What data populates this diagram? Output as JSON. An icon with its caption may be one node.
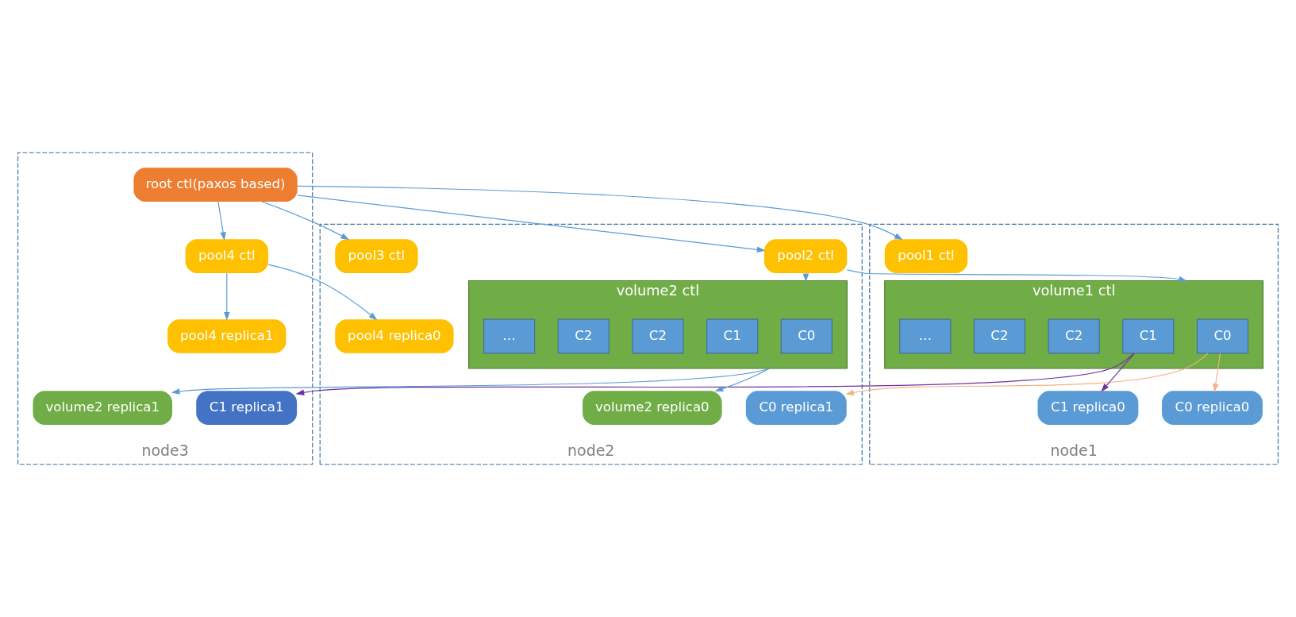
{
  "diagram": {
    "nodes": [
      {
        "text": [
          "node1"
        ]
      },
      {
        "text": [
          "pool1 ctl"
        ],
        "in": 0
      },
      {
        "text": [
          "volume1 ctl"
        ],
        "in": 0
      },
      {
        "text": [
          "C0"
        ],
        "in": 2
      },
      {
        "text": [
          "C1"
        ],
        "in": 2
      },
      {
        "text": [
          "C2"
        ],
        "in": 2
      },
      {
        "text": [
          "C2"
        ],
        "in": 2
      },
      {
        "text": [
          "…"
        ],
        "in": 2
      },
      {
        "text": [
          "C0 replica0"
        ],
        "in": 0
      },
      {
        "text": [
          "C1 replica0"
        ],
        "in": 0
      },
      {
        "text": [
          "node2"
        ]
      },
      {
        "text": [
          "pool2 ctl"
        ],
        "in": 10
      },
      {
        "text": [
          "pool3 ctl"
        ],
        "in": 10
      },
      {
        "text": [
          "volume2 ctl"
        ],
        "in": 10
      },
      {
        "text": [
          "C0"
        ],
        "in": 13
      },
      {
        "text": [
          "C1"
        ],
        "in": 13
      },
      {
        "text": [
          "C2"
        ],
        "in": 13
      },
      {
        "text": [
          "C2"
        ],
        "in": 13
      },
      {
        "text": [
          "…"
        ],
        "in": 13
      },
      {
        "text": [
          "C0 replica1"
        ],
        "in": 10
      },
      {
        "text": [
          "pool4 replica0"
        ],
        "in": 10
      },
      {
        "text": [
          "volume2 replica0"
        ],
        "in": 10
      },
      {
        "text": [
          "node3"
        ]
      },
      {
        "text": [
          "root ctl(paxos based)"
        ],
        "in": 22
      },
      {
        "text": [
          "pool4 ctl"
        ],
        "in": 22
      },
      {
        "text": [
          "volume2 replica1"
        ],
        "in": 22
      },
      {
        "text": [
          "C1 replica1"
        ],
        "in": 22
      },
      {
        "text": [
          "pool4 replica1"
        ],
        "in": 22
      }
    ],
    "edges": [
      {
        "from": 23,
        "to": 1,
        "arrow": "to"
      },
      {
        "from": 23,
        "to": 11,
        "arrow": "to"
      },
      {
        "from": 23,
        "to": 12,
        "arrow": "to"
      },
      {
        "from": 23,
        "to": 24,
        "arrow": "to"
      },
      {
        "from": 11,
        "to": 2,
        "arrow": "to"
      },
      {
        "from": 11,
        "to": 13,
        "arrow": "to"
      },
      {
        "from": 13,
        "to": 25,
        "arrow": "to"
      },
      {
        "from": 13,
        "to": 21,
        "arrow": "to"
      },
      {
        "from": 24,
        "to": 20,
        "arrow": "to"
      },
      {
        "from": 24,
        "to": 27,
        "arrow": "to"
      },
      {
        "from": 3,
        "to": 8,
        "arrow": "to",
        "color": "#f4b183"
      },
      {
        "from": 3,
        "to": 19,
        "arrow": "to",
        "color": "#f4b183"
      },
      {
        "from": 4,
        "to": 9,
        "arrow": "to",
        "color": "#7030a0"
      },
      {
        "from": 4,
        "to": 26,
        "arrow": "to",
        "color": "#7030a0"
      }
    ]
  }
}
